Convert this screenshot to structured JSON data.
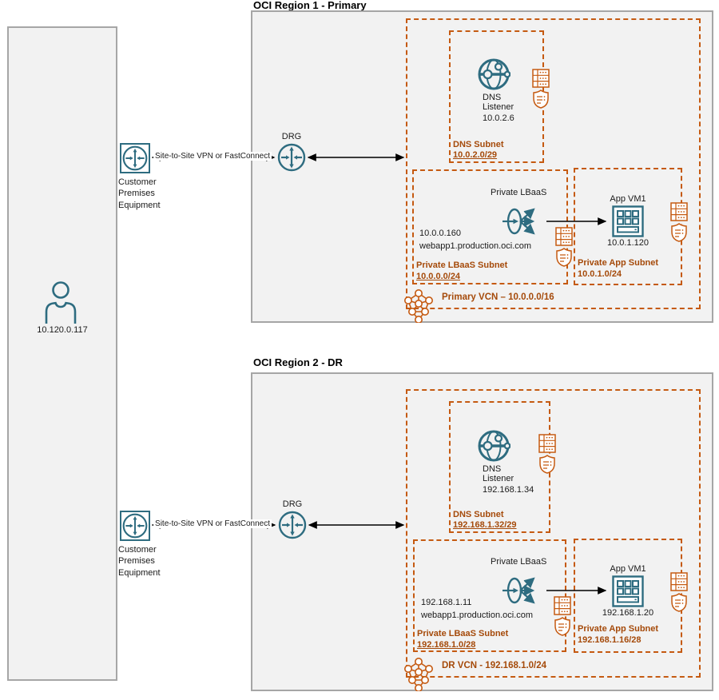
{
  "user": {
    "ip": "10.120.0.117"
  },
  "link_label": "Site-to-Site VPN or FastConnect",
  "cpe_label": "Customer Premises Equipment",
  "drg_label": "DRG",
  "regions": [
    {
      "title": "OCI Region 1 - Primary",
      "vcn_label": "Primary VCN – 10.0.0.0/16",
      "dns": {
        "name": "DNS Subnet",
        "cidr": "10.0.2.0/29",
        "svc_line1": "DNS",
        "svc_line2": "Listener",
        "ip": "10.0.2.6"
      },
      "lb": {
        "name": "Private LBaaS Subnet",
        "cidr": "10.0.0.0/24",
        "label": "Private LBaaS",
        "ip": "10.0.0.160",
        "fqdn": "webapp1.production.oci.com"
      },
      "app": {
        "name": "Private App Subnet",
        "cidr": "10.0.1.0/24",
        "label": "App VM1",
        "ip": "10.0.1.120"
      }
    },
    {
      "title": "OCI Region 2 - DR",
      "vcn_label": "DR VCN - 192.168.1.0/24",
      "dns": {
        "name": "DNS Subnet",
        "cidr": "192.168.1.32/29",
        "svc_line1": "DNS",
        "svc_line2": "Listener",
        "ip": "192.168.1.34"
      },
      "lb": {
        "name": "Private LBaaS Subnet",
        "cidr": "192.168.1.0/28",
        "label": "Private LBaaS",
        "ip": "192.168.1.11",
        "fqdn": "webapp1.production.oci.com"
      },
      "app": {
        "name": "Private App Subnet",
        "cidr": "192.168.1.16/28",
        "label": "App VM1",
        "ip": "192.168.1.20"
      }
    }
  ],
  "colors": {
    "accent_orange": "#C55A11",
    "label_orange": "#A54A0A",
    "icon_teal": "#2E6C80",
    "region_fill": "#f2f2f2",
    "region_border": "#a6a6a6"
  }
}
